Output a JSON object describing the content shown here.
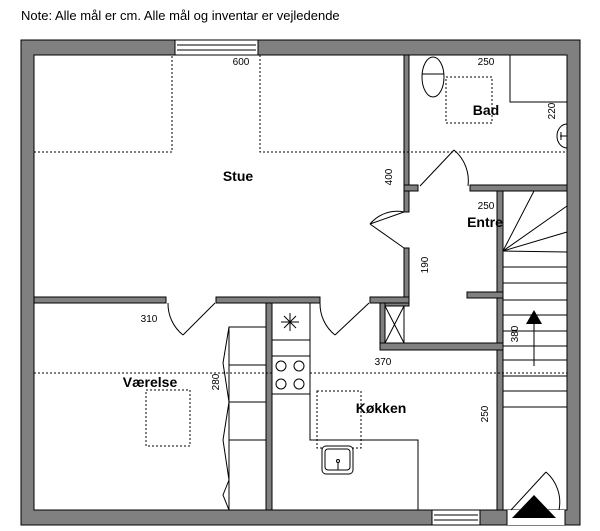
{
  "note": "Note: Alle mål er cm. Alle mål og inventar er vejledende",
  "rooms": {
    "stue": "Stue",
    "bad": "Bad",
    "entre": "Entre",
    "vaerelse": "Værelse",
    "kokken": "Køkken"
  },
  "dimensions": {
    "stue_width": "600",
    "stue_depth": "400",
    "bad_width": "250",
    "bad_depth": "220",
    "entre_width": "250",
    "entre_depth": "190",
    "vaerelse_width": "310",
    "vaerelse_depth": "280",
    "kokken_width": "370",
    "kokken_depth": "250",
    "stair_depth": "380"
  },
  "colors": {
    "wall": "#808080",
    "line": "#000000"
  }
}
